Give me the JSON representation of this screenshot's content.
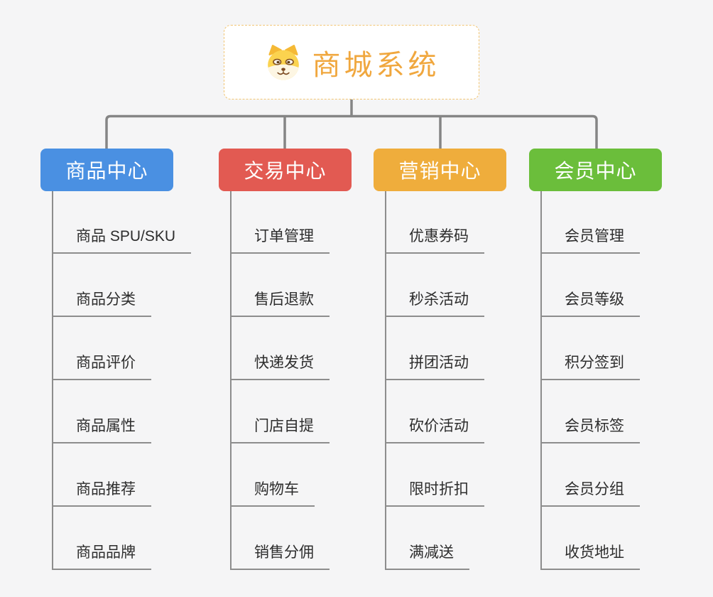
{
  "root": {
    "title": "商城系统",
    "icon": "dog-face-icon"
  },
  "branches": [
    {
      "label": "商品中心",
      "color": "#4a90e2",
      "children": [
        "商品 SPU/SKU",
        "商品分类",
        "商品评价",
        "商品属性",
        "商品推荐",
        "商品品牌"
      ]
    },
    {
      "label": "交易中心",
      "color": "#e25a52",
      "children": [
        "订单管理",
        "售后退款",
        "快递发货",
        "门店自提",
        "购物车",
        "销售分佣"
      ]
    },
    {
      "label": "营销中心",
      "color": "#efad3c",
      "children": [
        "优惠券码",
        "秒杀活动",
        "拼团活动",
        "砍价活动",
        "限时折扣",
        "满减送"
      ]
    },
    {
      "label": "会员中心",
      "color": "#6bbe3b",
      "children": [
        "会员管理",
        "会员等级",
        "积分签到",
        "会员标签",
        "会员分组",
        "收货地址"
      ]
    }
  ],
  "palette": {
    "background": "#f5f5f6",
    "connector_line": "#858585",
    "leaf_line": "#8d8d8d",
    "leaf_text": "#2d2d2d",
    "root_border": "#f2c573",
    "root_text": "#f0a73e",
    "root_background": "#ffffff"
  }
}
